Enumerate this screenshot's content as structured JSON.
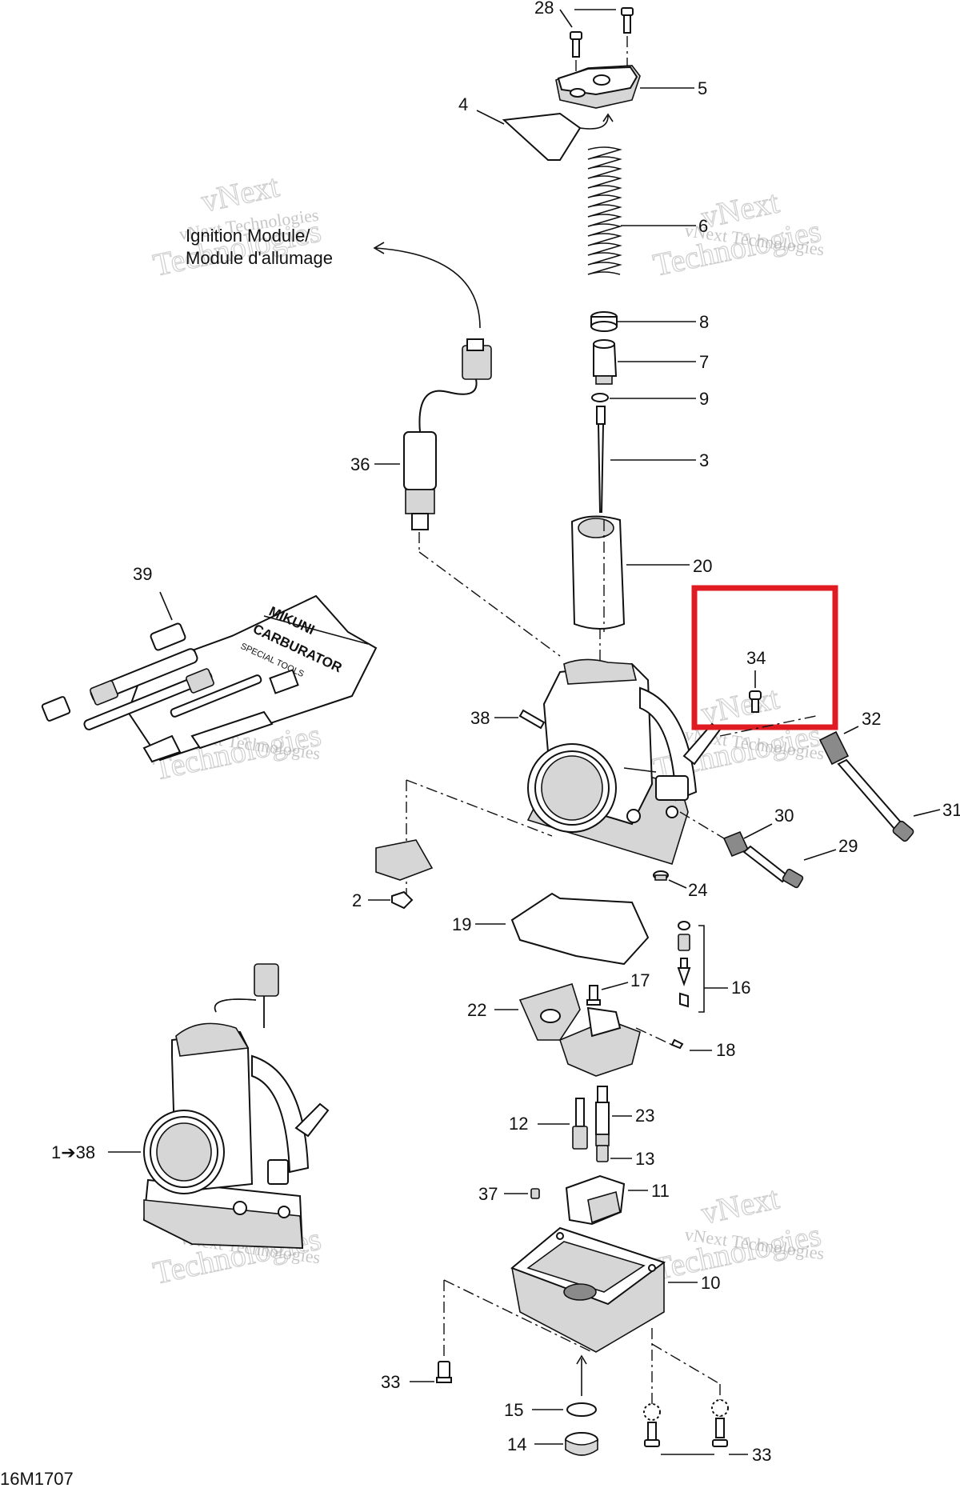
{
  "diagram_ref": "16M1707",
  "note_ignition": [
    "Ignition Module/",
    "Module d'allumage"
  ],
  "watermark": {
    "line1": "vNext Technologies",
    "line2": "vNext",
    "line3": "Technologies"
  },
  "highlight_color": "#e11b22",
  "labels": {
    "p28": "28",
    "p5": "5",
    "p4": "4",
    "p6": "6",
    "p8": "8",
    "p7": "7",
    "p9": "9",
    "p3": "3",
    "p36": "36",
    "p20": "20",
    "p39": "39",
    "p34": "34",
    "p32": "32",
    "p38": "38",
    "p31": "31",
    "p30": "30",
    "p29": "29",
    "p24": "24",
    "p2": "2",
    "p19": "19",
    "p16": "16",
    "p17": "17",
    "p22": "22",
    "p18": "18",
    "p12": "12",
    "p23": "23",
    "p13": "13",
    "p1_38": "1➔38",
    "p11": "11",
    "p37": "37",
    "p10": "10",
    "p33a": "33",
    "p15": "15",
    "p14": "14",
    "p33b": "33"
  },
  "tool_text": [
    "MIKUNI",
    "CARBURATOR",
    "SPECIAL TOOLS"
  ]
}
